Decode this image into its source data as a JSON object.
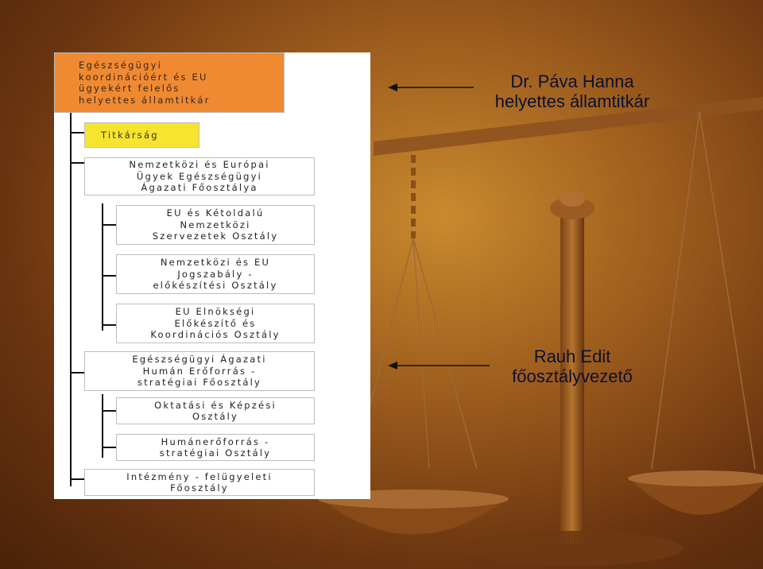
{
  "org_chart": {
    "state_secretary": "Egészségügyi\nkoordinációért és EU\nügyekért felelős\nhelyettes államtitkár",
    "secretariat": "Titkárság",
    "intl_eu_dept": "Nemzetközi és Európai\nÜgyek Egészségügyi\nÁgazati Főosztálya",
    "eu_bilateral": "EU és Kétoldalú\nNemzetközi\nSzervezetek Osztály",
    "intl_eu_law": "Nemzetközi és EU\nJogszabály -\nelőkészítési Osztály",
    "eu_presidency": "EU Elnökségi\nElőkészítő és\nKoordinációs Osztály",
    "hr_dept": "Egészségügyi Ágazati\nHumán Erőforrás -\nstratégiai Főosztály",
    "education": "Oktatási és Képzési\nOsztály",
    "hr_strategy": "Humánerőforrás -\nstratégiai Osztály",
    "supervision": "Intézmény - felügyeleti\nFőosztály"
  },
  "annotations": {
    "person1_name": "Dr. Páva Hanna",
    "person1_title": "helyettes államtitkár",
    "person2_name": "Rauh Edit",
    "person2_title": "főosztályvezető"
  },
  "colors": {
    "orange_box": "#ef8a33",
    "yellow_box": "#f6e42e",
    "label_text": "#0b1030"
  }
}
